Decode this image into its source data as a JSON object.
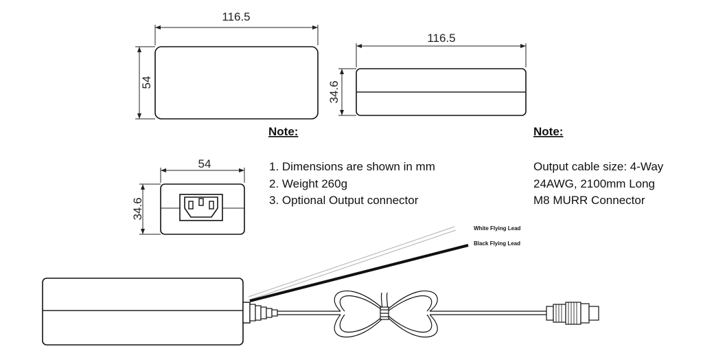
{
  "views": {
    "top": {
      "width_label": "116.5",
      "height_label": "54"
    },
    "side": {
      "width_label": "116.5",
      "height_label": "34.6"
    },
    "end": {
      "width_label": "54",
      "height_label": "34.6"
    }
  },
  "notes_left": {
    "heading": "Note:",
    "lines": [
      "1. Dimensions are shown in mm",
      "2. Weight 260g",
      "3. Optional Output connector"
    ]
  },
  "notes_right": {
    "heading": "Note:",
    "lines": [
      "Output cable size: 4-Way",
      "24AWG, 2100mm Long",
      "M8 MURR Connector"
    ]
  },
  "leads": {
    "white": "White Flying Lead",
    "black": "Black Flying Lead"
  }
}
